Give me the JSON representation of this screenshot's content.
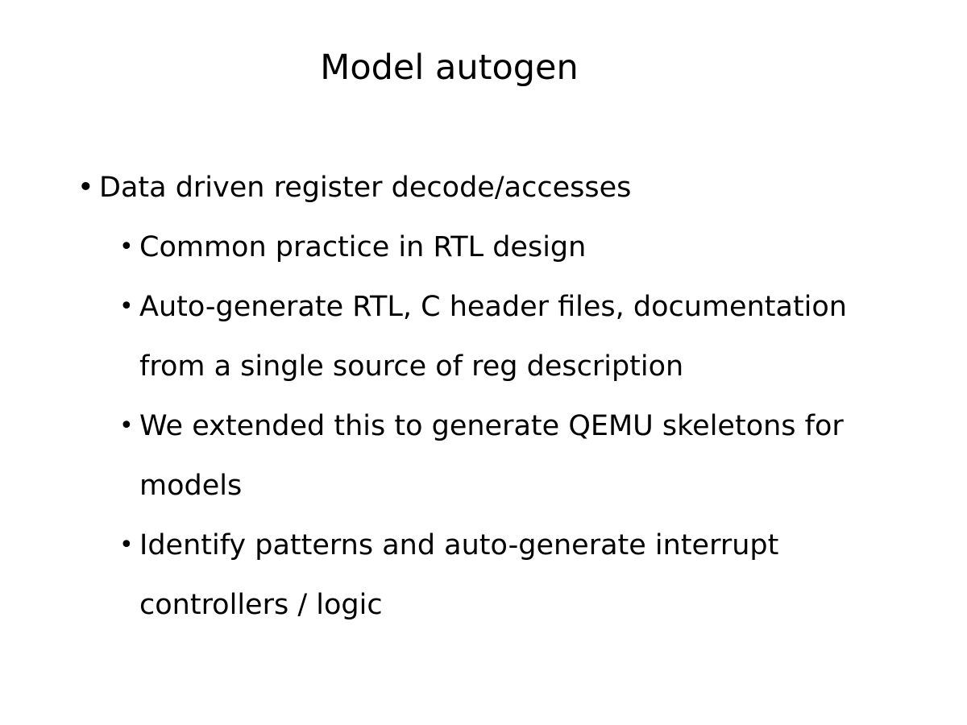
{
  "slide": {
    "title": "Model autogen",
    "background_color": "#ffffff",
    "text_color": "#000000",
    "bullet_glyph": "•",
    "content": [
      {
        "level": 1,
        "text": "Data driven register decode/accesses"
      },
      {
        "level": 2,
        "text": "Common practice in RTL design"
      },
      {
        "level": 2,
        "text": "Auto-generate RTL, C header files, documentation from a single source of reg description"
      },
      {
        "level": 2,
        "text": "We extended this to generate QEMU skeletons for models"
      },
      {
        "level": 2,
        "text": "Identify patterns and auto-generate interrupt controllers / logic"
      }
    ]
  }
}
